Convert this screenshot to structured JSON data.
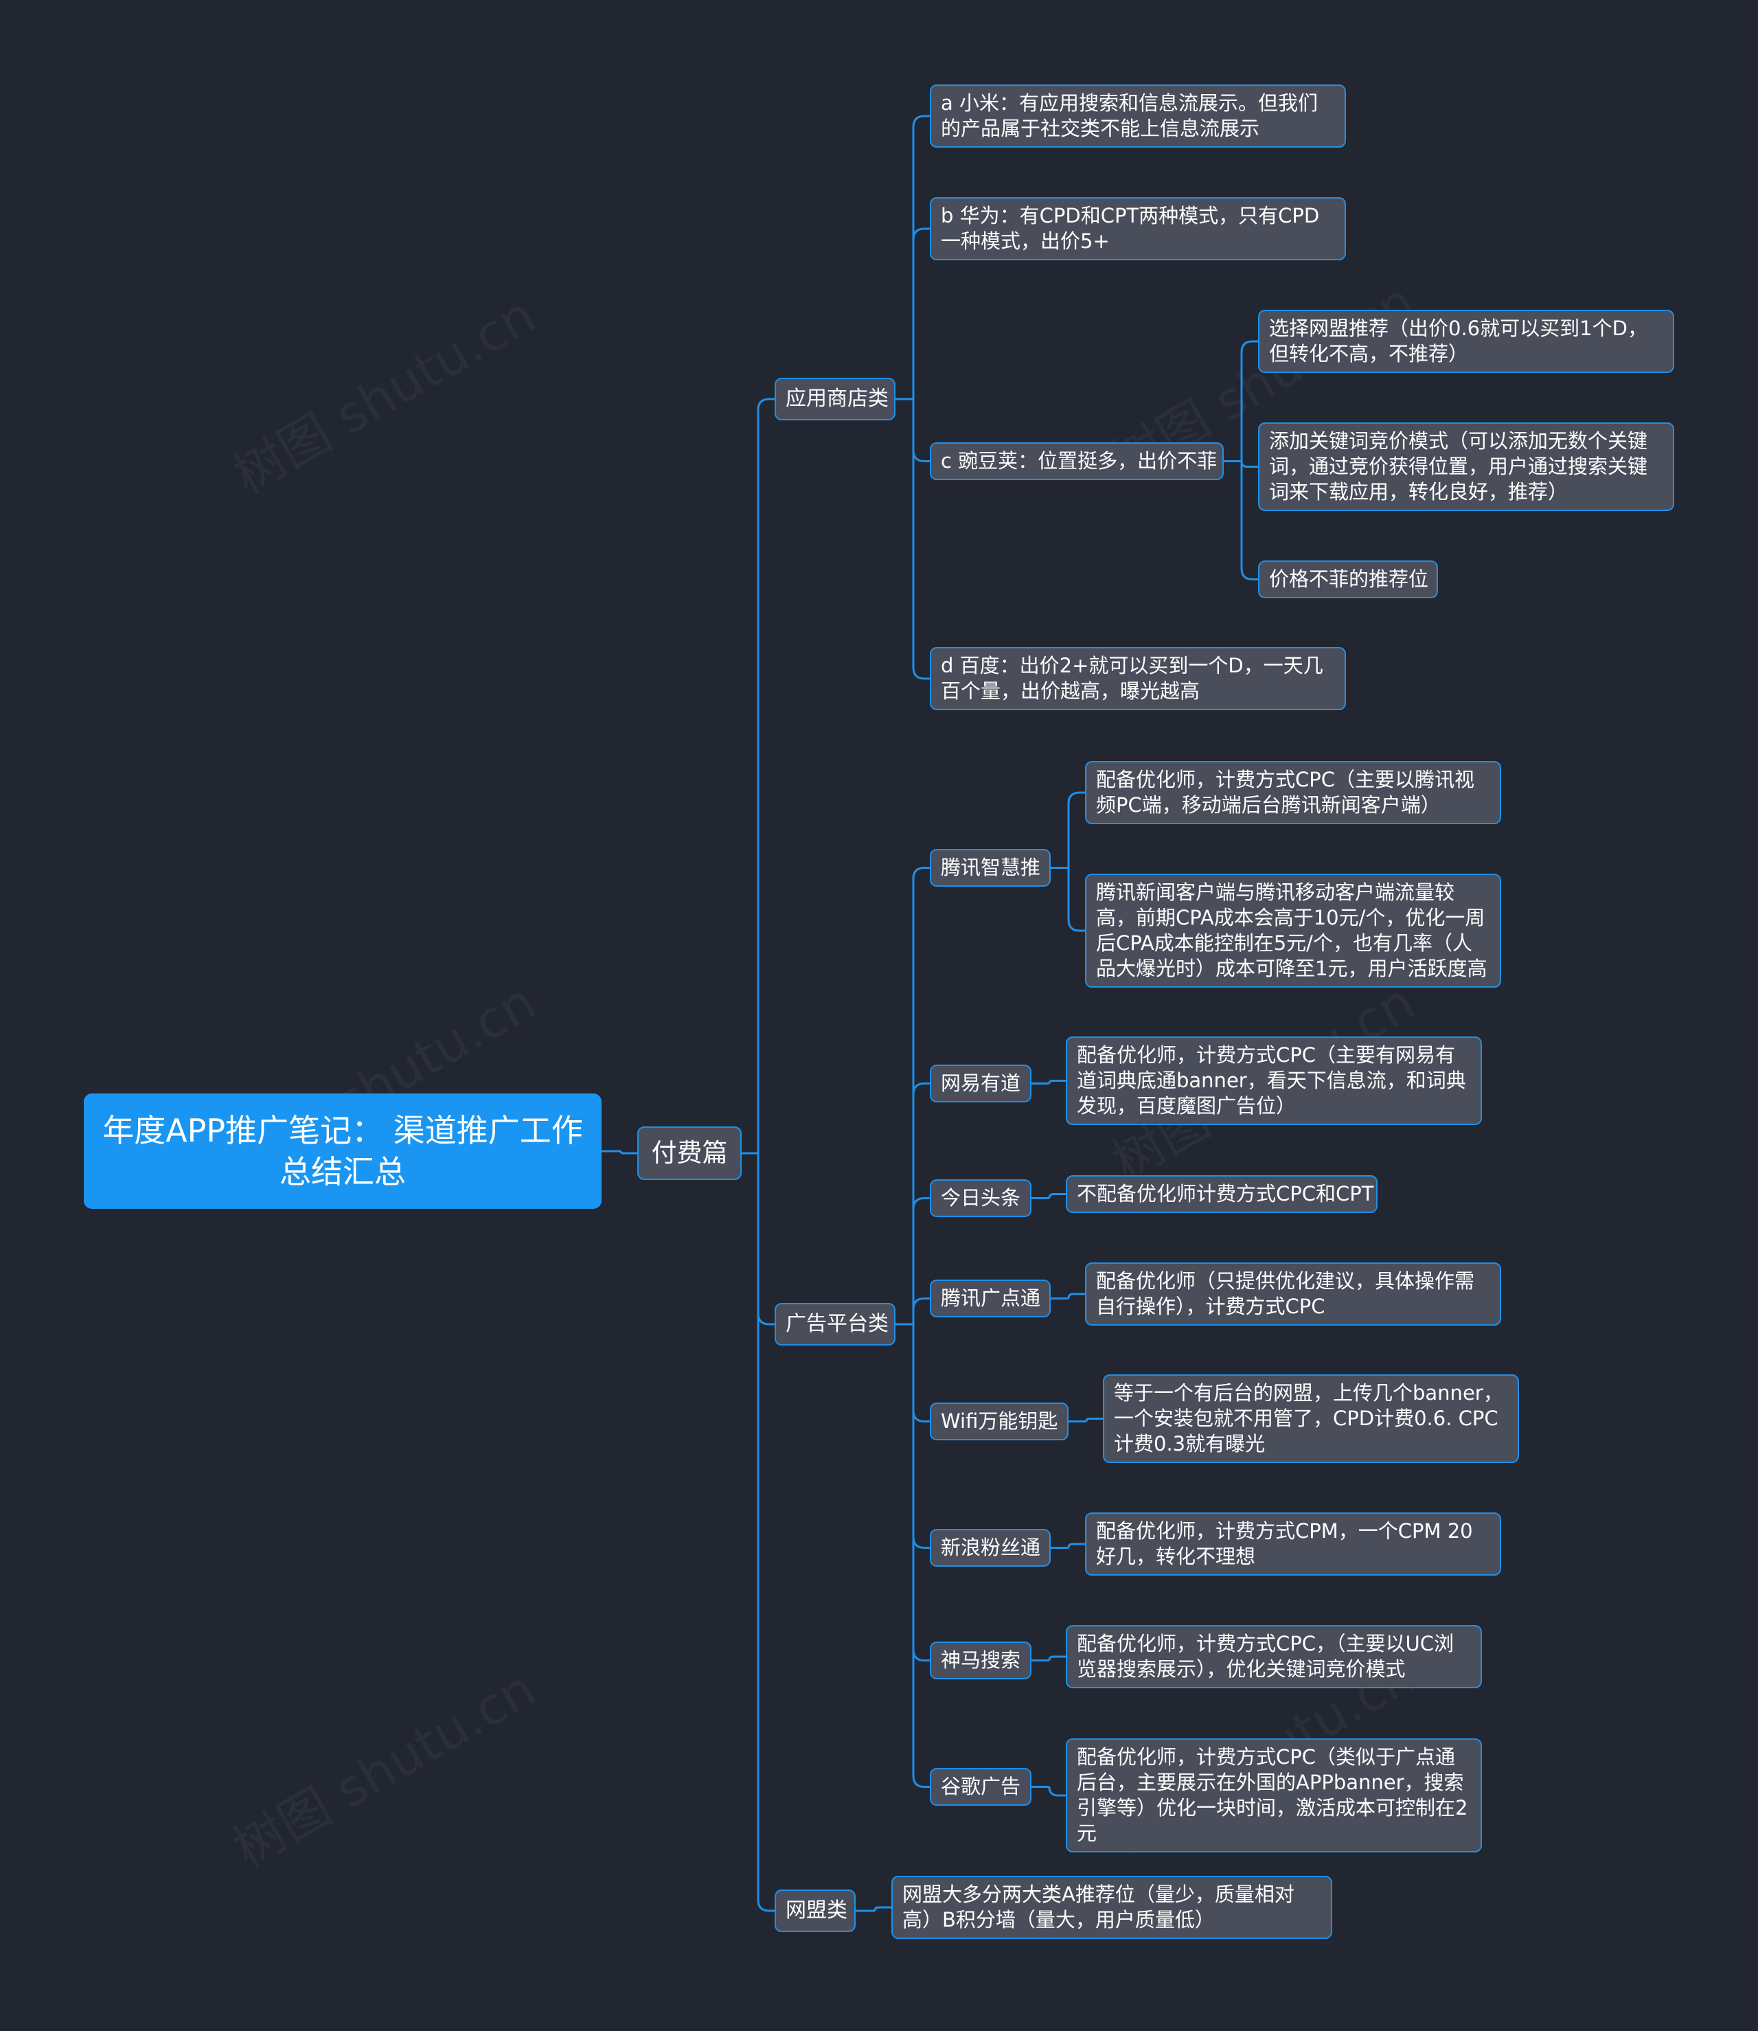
{
  "root": {
    "title": "年度APP推广笔记： 渠道推广工作总结汇总"
  },
  "branch": {
    "label": "付费篇"
  },
  "categories": [
    {
      "label": "应用商店类",
      "items": [
        {
          "label": "a 小米：有应用搜索和信息流展示。但我们的产品属于社交类不能上信息流展示",
          "children": []
        },
        {
          "label": "b 华为：有CPD和CPT两种模式，只有CPD一种模式，出价5+",
          "children": []
        },
        {
          "label": "c 豌豆荚：位置挺多，出价不菲",
          "children": [
            "选择网盟推荐（出价0.6就可以买到1个D，但转化不高，不推荐）",
            "添加关键词竞价模式（可以添加无数个关键词，通过竞价获得位置，用户通过搜索关键词来下载应用，转化良好，推荐）",
            "价格不菲的推荐位"
          ]
        },
        {
          "label": "d 百度：出价2+就可以买到一个D，一天几百个量，出价越高，曝光越高",
          "children": []
        }
      ]
    },
    {
      "label": "广告平台类",
      "items": [
        {
          "label": "腾讯智慧推",
          "children": [
            "配备优化师，计费方式CPC（主要以腾讯视频PC端，移动端后台腾讯新闻客户端）",
            "腾讯新闻客户端与腾讯移动客户端流量较高，前期CPA成本会高于10元/个，优化一周后CPA成本能控制在5元/个，也有几率（人品大爆光时）成本可降至1元，用户活跃度高"
          ]
        },
        {
          "label": "网易有道",
          "children": [
            "配备优化师，计费方式CPC（主要有网易有道词典底通banner，看天下信息流，和词典发现，百度魔图广告位）"
          ]
        },
        {
          "label": "今日头条",
          "children": [
            "不配备优化师计费方式CPC和CPT"
          ]
        },
        {
          "label": "腾讯广点通",
          "children": [
            "配备优化师（只提供优化建议，具体操作需自行操作），计费方式CPC"
          ]
        },
        {
          "label": "Wifi万能钥匙",
          "children": [
            "等于一个有后台的网盟，上传几个banner，一个安装包就不用管了，CPD计费0.6. CPC计费0.3就有曝光"
          ]
        },
        {
          "label": "新浪粉丝通",
          "children": [
            "配备优化师，计费方式CPM，一个CPM 20好几，转化不理想"
          ]
        },
        {
          "label": "神马搜索",
          "children": [
            "配备优化师，计费方式CPC，（主要以UC浏览器搜索展示），优化关键词竞价模式"
          ]
        },
        {
          "label": "谷歌广告",
          "children": [
            "配备优化师，计费方式CPC（类似于广点通后台，主要展示在外国的APPbanner，搜索引擎等）优化一块时间，激活成本可控制在2元"
          ]
        }
      ]
    },
    {
      "label": "网盟类",
      "items": [
        {
          "label": "网盟大多分两大类A推荐位（量少，质量相对高）B积分墙（量大，用户质量低）",
          "children": []
        }
      ]
    }
  ],
  "colors": {
    "background": "#222630",
    "node": "#4a4e5a",
    "accent": "#1f8fe8",
    "root": "#1a96f2"
  },
  "watermark": "树图 shutu.cn"
}
